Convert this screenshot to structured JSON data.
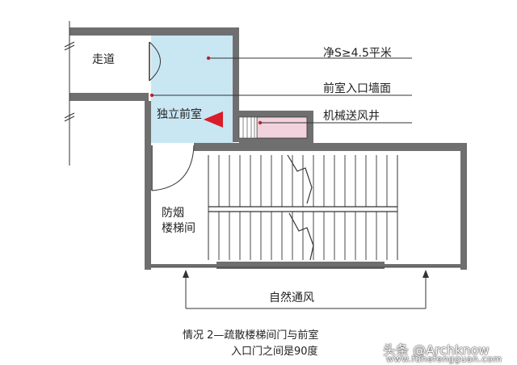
{
  "labels": {
    "corridor": "走道",
    "vestibule": "独立前室",
    "stair_line1": "防烟",
    "stair_line2": "楼梯间",
    "area_note": "净S≥4.5平米",
    "wall_note": "前室入口墙面",
    "shaft_note": "机械送风井",
    "ventilation": "自然通风"
  },
  "caption": {
    "line1": "情况 2—疏散楼梯间门与前室",
    "line2": "入口门之间是90度"
  },
  "watermark": {
    "brand": "头条 @Archknow",
    "url": "www.fuhefengguan.com"
  },
  "colors": {
    "wall": "#6f6f6f",
    "vestibule_fill": "#c9e6f3",
    "shaft_fill": "#f2d2dc",
    "accent": "#d81e2a",
    "line": "#333333"
  }
}
